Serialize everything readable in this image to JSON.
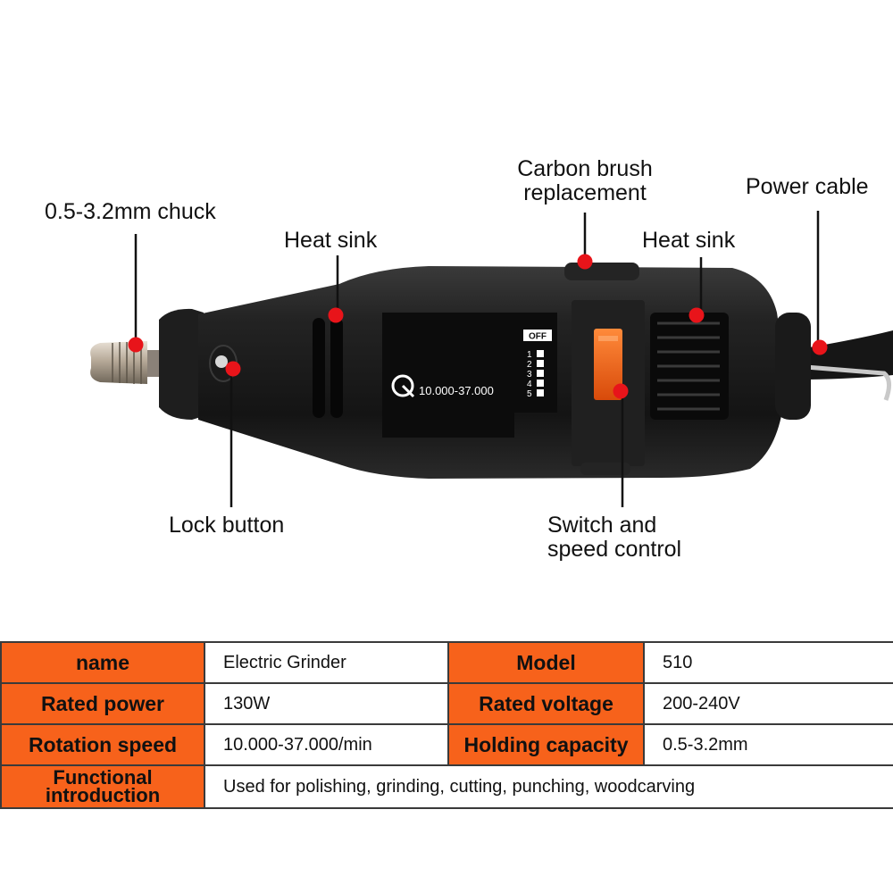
{
  "callouts": {
    "chuck": "0.5-3.2mm chuck",
    "heat_sink_front": "Heat sink",
    "carbon_brush_line1": "Carbon brush",
    "carbon_brush_line2": "replacement",
    "heat_sink_rear": "Heat sink",
    "power_cable": "Power cable",
    "lock_button": "Lock button",
    "switch_line1": "Switch and",
    "switch_line2": "speed control"
  },
  "tool_labels": {
    "speed_range": "10.000-37.000",
    "off": "OFF",
    "speeds": [
      "1",
      "2",
      "3",
      "4",
      "5"
    ]
  },
  "specs": {
    "name_key": "name",
    "name_val": "Electric Grinder",
    "model_key": "Model",
    "model_val": "510",
    "power_key": "Rated power",
    "power_val": "130W",
    "voltage_key": "Rated voltage",
    "voltage_val": "200-240V",
    "speed_key": "Rotation speed",
    "speed_val": "10.000-37.000/min",
    "capacity_key": "Holding capacity",
    "capacity_val": "0.5-3.2mm",
    "func_key_line1": "Functional",
    "func_key_line2": "introduction",
    "func_val": "Used for polishing, grinding, cutting, punching, woodcarving"
  },
  "colors": {
    "accent_orange": "#f7621b",
    "marker_red": "#e8141a",
    "tool_body": "#1b1b1b"
  }
}
